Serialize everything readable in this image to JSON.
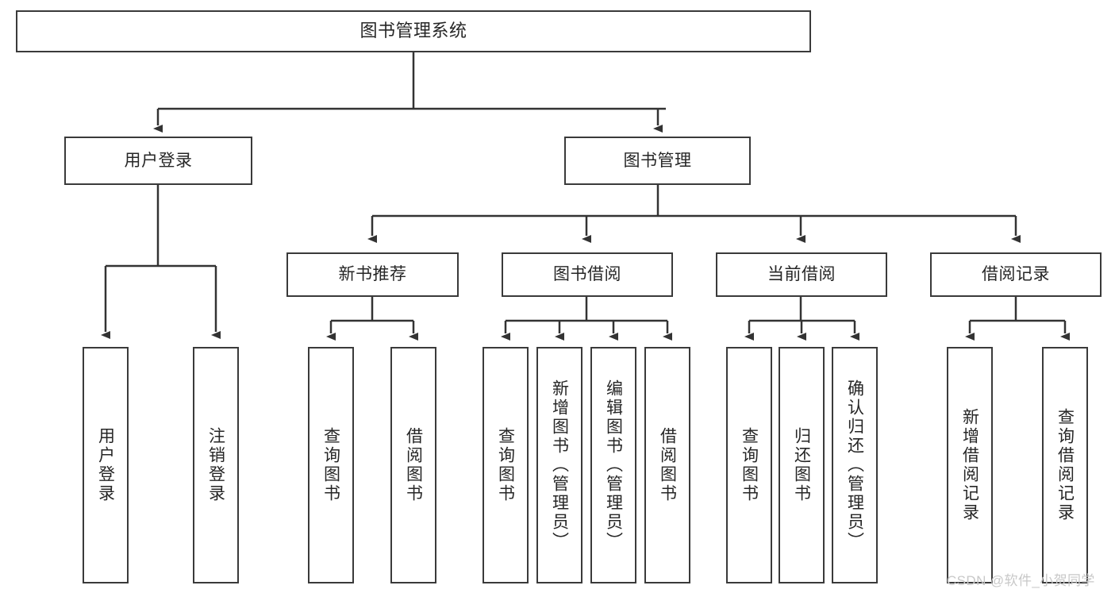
{
  "diagram": {
    "title": "图书管理系统",
    "type": "hierarchy-tree",
    "background_color": "#ffffff",
    "box_border_color": "#3a3a3a",
    "text_color": "#262626",
    "connector_color": "#333333",
    "levels": 4,
    "nodes": {
      "root": {
        "label": "图书管理系统"
      },
      "level1": [
        {
          "label": "用户登录"
        },
        {
          "label": "图书管理"
        }
      ],
      "level2": [
        {
          "label": "新书推荐"
        },
        {
          "label": "图书借阅"
        },
        {
          "label": "当前借阅"
        },
        {
          "label": "借阅记录"
        }
      ],
      "login_children": [
        {
          "label": "用户登录"
        },
        {
          "label": "注销登录"
        }
      ],
      "new_book_children": [
        {
          "label": "查询图书"
        },
        {
          "label": "借阅图书"
        }
      ],
      "borrow_children": [
        {
          "label": "查询图书"
        },
        {
          "label": "新增图书（管理员）"
        },
        {
          "label": "编辑图书（管理员）"
        },
        {
          "label": "借阅图书"
        }
      ],
      "current_children": [
        {
          "label": "查询图书"
        },
        {
          "label": "归还图书"
        },
        {
          "label": "确认归还（管理员）"
        }
      ],
      "record_children": [
        {
          "label": "新增借阅记录"
        },
        {
          "label": "查询借阅记录"
        }
      ]
    }
  },
  "watermark": {
    "text": "CSDN @软件_小贺同学",
    "color": "#c8c8c8"
  }
}
